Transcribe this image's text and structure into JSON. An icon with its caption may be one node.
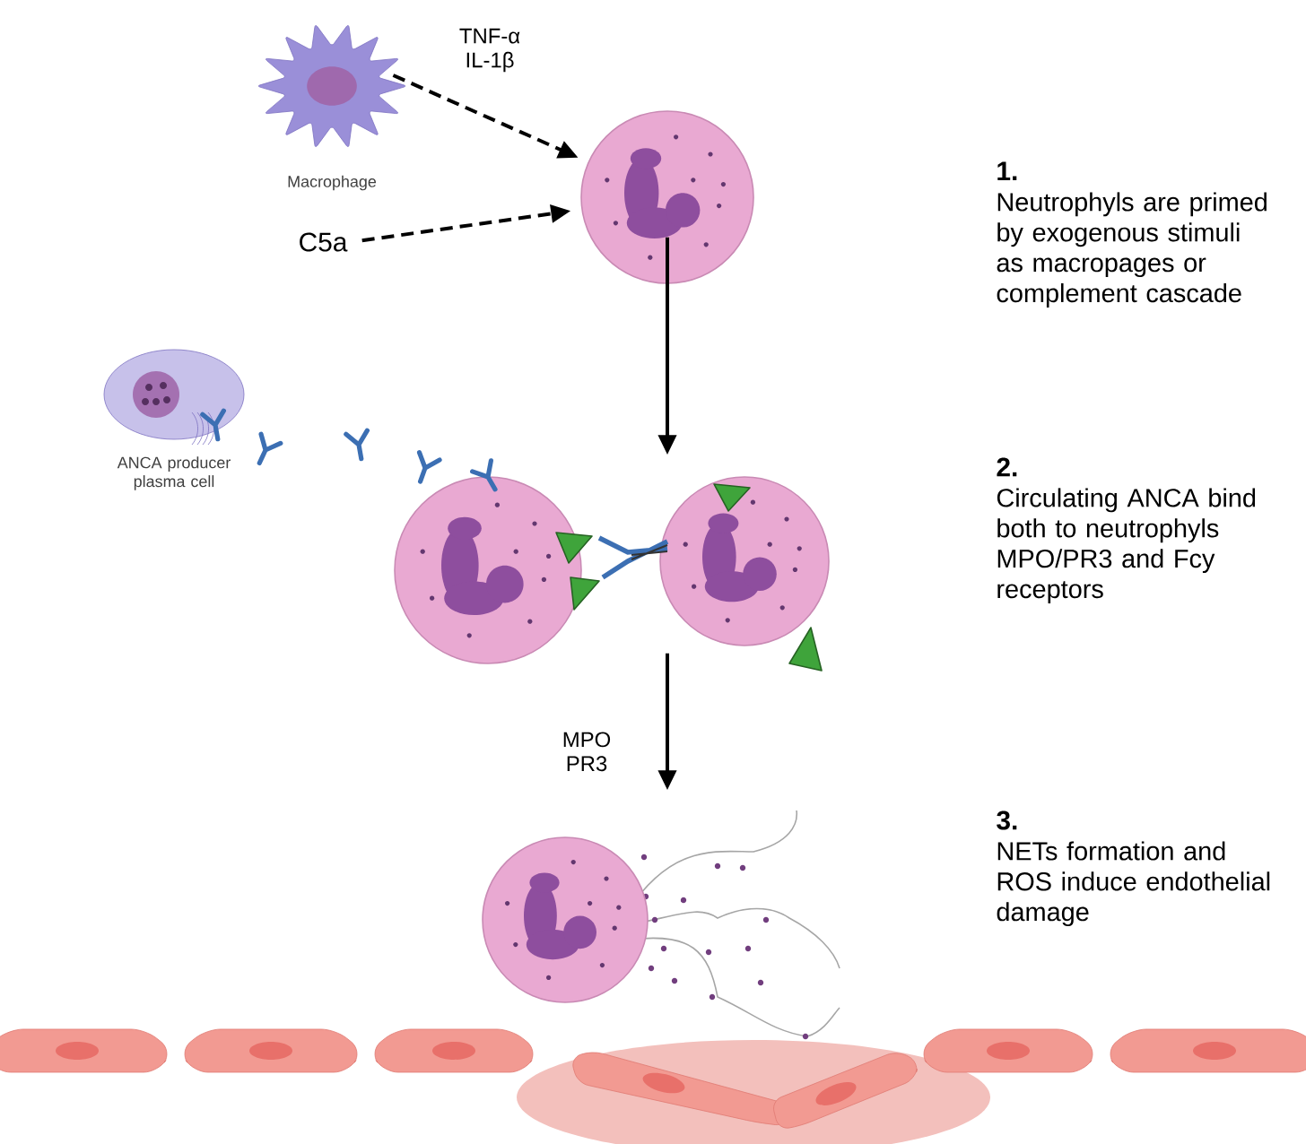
{
  "diagram": {
    "nodes": [
      {
        "text": [],
        "shape": "picture",
        "beside": [
          "Macrophage"
        ]
      },
      {
        "text": [],
        "shape": "picture"
      },
      {
        "text": [
          "C5a"
        ]
      },
      {
        "text": [],
        "shape": "picture",
        "beside": [
          "ANCA producer plasma cell"
        ]
      },
      {
        "text": [],
        "shape": "picture"
      },
      {
        "text": [],
        "shape": "picture"
      },
      {
        "text": [],
        "shape": "picture"
      }
    ],
    "edges": [
      {
        "from": 0,
        "to": 1,
        "arrow": "to",
        "style": "dashed",
        "label": "TNF-α IL-1β"
      },
      {
        "from": 2,
        "to": 1,
        "arrow": "to",
        "style": "dashed"
      },
      {
        "from": 1,
        "to": 5,
        "arrow": "to"
      },
      {
        "from": 5,
        "to": 6,
        "arrow": "to"
      }
    ],
    "labels": [
      "1.",
      "Neutrophyls are primed by exogenous stimuli as macropages or complement cascade",
      "2.",
      "Circulating ANCA bind both to neutrophyls MPO/PR3 and Fcy receptors",
      "MPO PR3",
      "3.",
      "NETs formation and ROS induce endothelial damage"
    ]
  }
}
